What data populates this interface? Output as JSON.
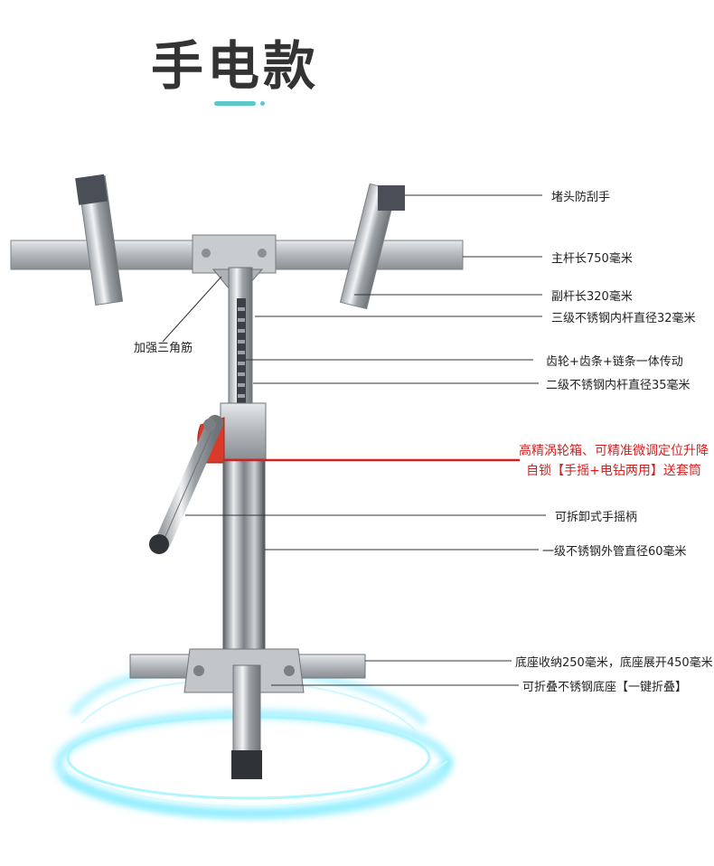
{
  "title": "手电款",
  "colors": {
    "accent": "#5bc8c8",
    "callout_red": "#d42020",
    "metal": "#b8bcc0",
    "cap": "#4a4f57",
    "gearbox": "#d93a2a",
    "glow": "#5ee6ff"
  },
  "labels": {
    "end_cap": "堵头防刮手",
    "main_bar": "主杆长750毫米",
    "sub_bar": "副杆长320毫米",
    "tube3": "三级不锈钢内杆直径32毫米",
    "triangle": "加强三角筋",
    "gear": "齿轮+齿条+链条一体传动",
    "tube2": "二级不锈钢内杆直径35毫米",
    "gearbox": "高精涡轮箱、可精准微调定位升降自锁【手摇+电钻两用】送套筒",
    "handle": "可拆卸式手摇柄",
    "tube1": "一级不锈钢外管直径60毫米",
    "base_size": "底座收纳250毫米，底座展开450毫米",
    "base_fold": "可折叠不锈钢底座【一键折叠】"
  }
}
